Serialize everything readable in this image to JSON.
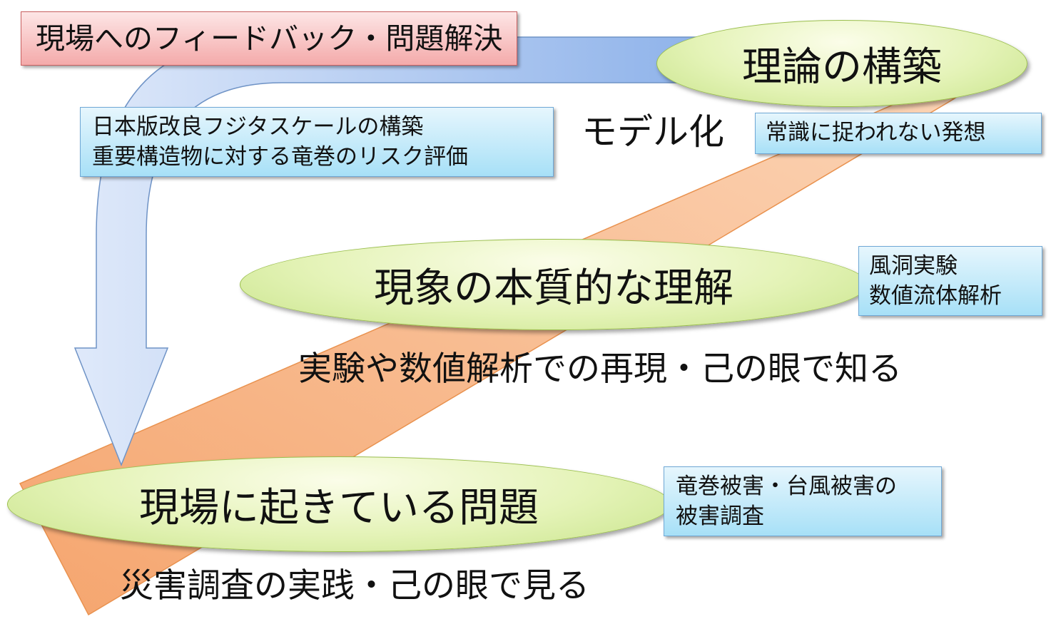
{
  "feedback_box": {
    "text": "現場へのフィードバック・問題解決"
  },
  "theory": {
    "title": "理論の構築"
  },
  "applications": {
    "lines": [
      "日本版改良フジタスケールの構築",
      "重要構造物に対する竜巻のリスク評価"
    ]
  },
  "modeling": {
    "label": "モデル化"
  },
  "unconventional": {
    "text": "常識に捉われない発想"
  },
  "understanding": {
    "title": "現象の本質的な理解"
  },
  "methods": {
    "lines": [
      "風洞実験",
      "数値流体解析"
    ]
  },
  "reproduce": {
    "text": "実験や数値解析での再現・己の眼で知る"
  },
  "field_problem": {
    "title": "現場に起きている問題"
  },
  "surveys": {
    "lines": [
      "竜巻被害・台風被害の",
      "被害調査"
    ]
  },
  "practice": {
    "text": "災害調査の実践・己の眼で見る"
  },
  "colors": {
    "orange_band": "#f8b98a",
    "blue_arrow": "#bcd2f3",
    "ellipse_fill": "#e4f3b7",
    "info_box_fill": "#bfe8f9",
    "feedback_box_fill": "#f8c8c8"
  }
}
